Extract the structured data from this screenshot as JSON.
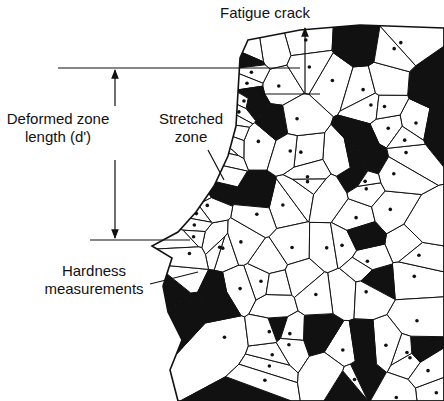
{
  "diagram": {
    "labels": [
      "Fatigue crack",
      "Deformed zone length (d')",
      "Stretched zone",
      "Hardness measurements"
    ]
  }
}
